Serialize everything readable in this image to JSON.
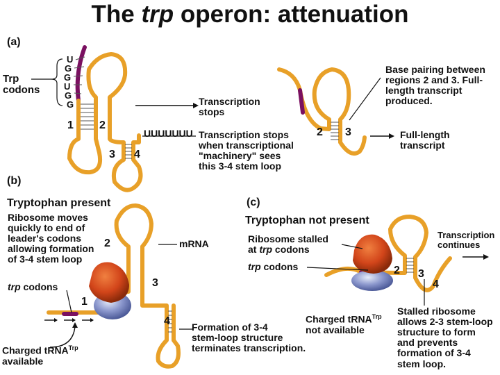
{
  "title": {
    "prefix": "The ",
    "italic": "trp",
    "suffix": " operon: attenuation"
  },
  "panel_a": {
    "label": "(a)",
    "trp_codons_label": "Trp\ncodons",
    "nucleotides": [
      "U",
      "G",
      "G",
      "U",
      "G",
      "G"
    ],
    "region_labels": [
      "1",
      "2",
      "3",
      "4"
    ],
    "uuu": "UUUUUUU",
    "transcription_stops": "Transcription\nstops",
    "stops_explanation": "Transcription stops\nwhen transcriptional\n\"machinery\" sees\nthis 3-4 stem loop",
    "right_region_labels": [
      "2",
      "3"
    ],
    "base_pairing": "Base pairing between\nregions 2 and 3. Full-\nlength transcript\nproduced.",
    "full_length": "Full-length\ntranscript"
  },
  "panel_b": {
    "label": "(b)",
    "heading": "Tryptophan present",
    "ribosome_note": "Ribosome moves\nquickly to end of\nleader's codons\nallowing formation\nof 3-4 stem loop",
    "region_labels": [
      "1",
      "2",
      "3",
      "4"
    ],
    "mrna": "mRNA",
    "trp_codons": {
      "italic": "trp",
      "rest": " codons"
    },
    "charged_trna": {
      "text": "Charged tRNA",
      "sup": "Trp",
      "after": "available"
    },
    "formation": "Formation of 3-4\nstem-loop structure\nterminates transcription."
  },
  "panel_c": {
    "label": "(c)",
    "heading": "Tryptophan not present",
    "ribosome_stalled": {
      "line1": "Ribosome stalled",
      "line2_prefix": "at ",
      "line2_italic": "trp",
      "line2_suffix": " codons"
    },
    "trp_codons": {
      "italic": "trp",
      "rest": " codons"
    },
    "region_labels": [
      "2",
      "3",
      "4"
    ],
    "transcription_continues": "Transcription\ncontinues",
    "charged_trna": {
      "text": "Charged tRNA",
      "sup": "Trp",
      "after": "not available"
    },
    "stalled_note": "Stalled ribosome\nallows 2-3 stem-loop\nstructure to form\nand prevents\nformation of 3-4\nstem loop."
  },
  "colors": {
    "rna": "#E8A028",
    "trp_codon_segment": "#7A1060",
    "ribosome_large": "#D2451A",
    "ribosome_small": "#8A96CC"
  }
}
